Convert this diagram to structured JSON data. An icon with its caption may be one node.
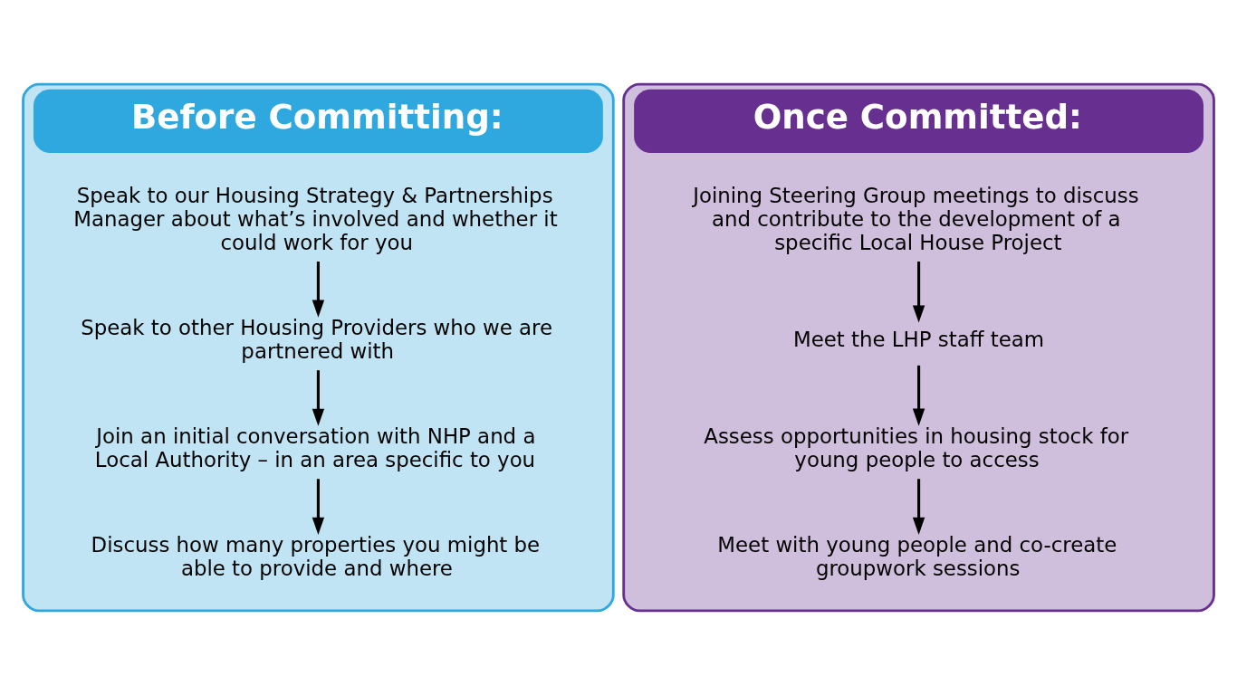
{
  "diagram": {
    "nodes": [
      {
        "text": [
          "Before Committing:"
        ]
      },
      {
        "text": [
          "Speak to our Housing Strategy & Partnerships Manager about what’s involved and whether it could work for you"
        ],
        "in": 0
      },
      {
        "text": [
          "Speak to other Housing Providers who we are partnered with"
        ],
        "in": 0
      },
      {
        "text": [
          "Join an initial conversation with NHP and a Local Authority – in an area specific to you"
        ],
        "in": 0
      },
      {
        "text": [
          "Discuss how many properties you might be able to provide and where"
        ],
        "in": 0
      },
      {
        "text": [
          "Once Committed:"
        ]
      },
      {
        "text": [
          "Joining Steering Group meetings to discuss and contribute to the development of a specific Local House Project"
        ],
        "in": 5
      },
      {
        "text": [
          "Meet the LHP staff team"
        ],
        "in": 5
      },
      {
        "text": [
          "Assess opportunities in housing stock for young people to access"
        ],
        "in": 5
      },
      {
        "text": [
          "Meet with young people and co-create groupwork sessions"
        ],
        "in": 5
      }
    ],
    "edges": [
      {
        "from": 1,
        "to": 2,
        "arrow": "to"
      },
      {
        "from": 2,
        "to": 3,
        "arrow": "to"
      },
      {
        "from": 3,
        "to": 4,
        "arrow": "to"
      },
      {
        "from": 6,
        "to": 7,
        "arrow": "to"
      },
      {
        "from": 7,
        "to": 8,
        "arrow": "to"
      },
      {
        "from": 8,
        "to": 9,
        "arrow": "to"
      }
    ]
  }
}
